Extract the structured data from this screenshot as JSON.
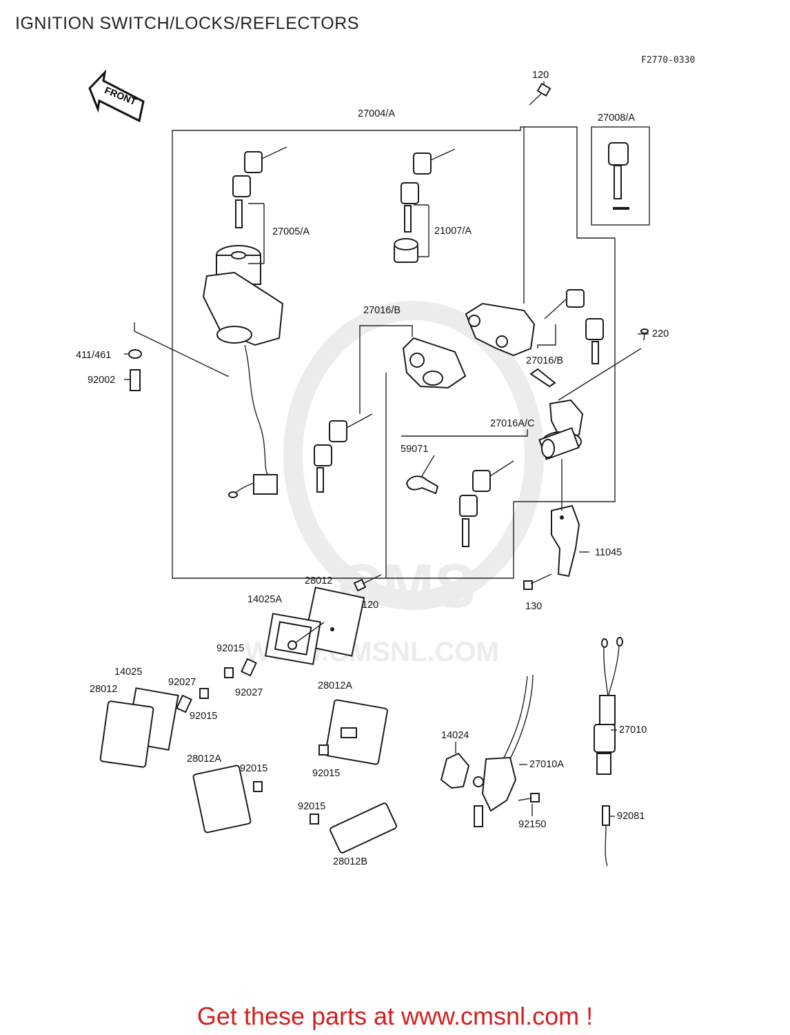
{
  "title": "IGNITION SWITCH/LOCKS/REFLECTORS",
  "figure_code": "F2770-0330",
  "front_arrow": "FRONT",
  "watermark": {
    "logo": "CMS",
    "url": "WWW.CMSNL.COM"
  },
  "footer_link": "Get these parts at www.cmsnl.com !",
  "colors": {
    "footer": "#d41e1e",
    "lines": "#222222"
  },
  "labels": {
    "l120_top": "120",
    "l27004": "27004/A",
    "l27008": "27008/A",
    "l27005": "27005/A",
    "l21007": "21007/A",
    "l27016b_left": "27016/B",
    "l27016b_right": "27016/B",
    "l220": "220",
    "l411": "411/461",
    "l92002": "92002",
    "l27016ac": "27016A/C",
    "l59071": "59071",
    "l11045": "11045",
    "l28012_top": "28012",
    "l14025a": "14025A",
    "l120_bottom": "120",
    "l130": "130",
    "l92015_a": "92015",
    "l92027_a": "92027",
    "l14025": "14025",
    "l28012_left": "28012",
    "l92027_b": "92027",
    "l92015_b": "92015",
    "l28012a_mid": "28012A",
    "l92015_c": "92015",
    "l28012a_left": "28012A",
    "l92015_d": "92015",
    "l92015_e": "92015",
    "l28012b": "28012B",
    "l14024": "14024",
    "l27010a": "27010A",
    "l92150": "92150",
    "l27010": "27010",
    "l92081": "92081"
  }
}
